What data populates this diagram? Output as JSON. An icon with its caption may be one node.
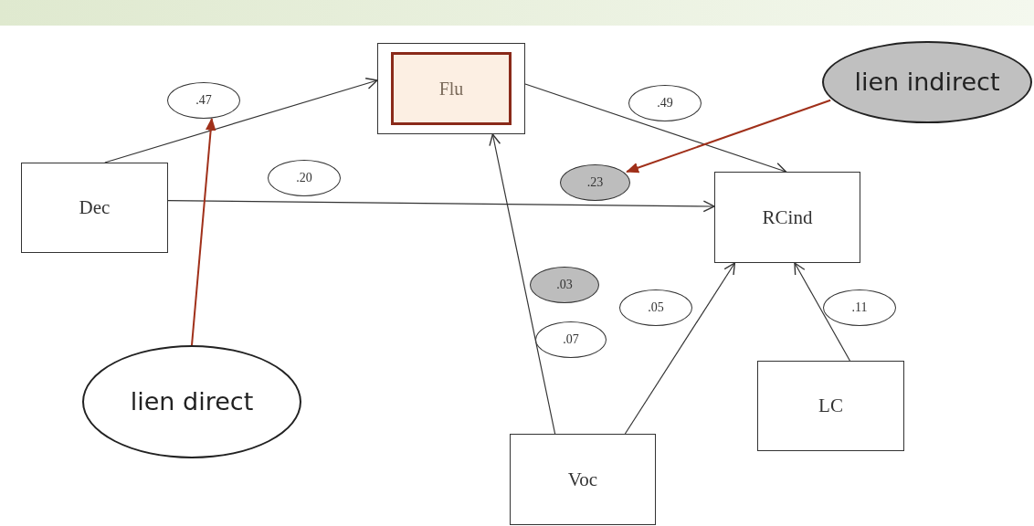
{
  "diagram": {
    "nodes": [
      {
        "text": [
          "Flu"
        ]
      },
      {
        "text": [
          "Dec"
        ]
      },
      {
        "text": [
          "RCind"
        ]
      },
      {
        "text": [
          "Voc"
        ]
      },
      {
        "text": [
          "LC"
        ]
      },
      {
        "text": [
          ".47"
        ]
      },
      {
        "text": [
          ".20"
        ]
      },
      {
        "text": [
          ".49"
        ]
      },
      {
        "text": [
          ".23"
        ]
      },
      {
        "text": [
          ".03"
        ]
      },
      {
        "text": [
          ".07"
        ]
      },
      {
        "text": [
          ".05"
        ]
      },
      {
        "text": [
          ".11"
        ]
      },
      {
        "text": [
          "lien indirect"
        ]
      },
      {
        "text": [
          "lien direct"
        ]
      }
    ],
    "edges": [
      {
        "from": 1,
        "to": 0,
        "arrow": "to"
      },
      {
        "from": 1,
        "to": 2,
        "arrow": "to"
      },
      {
        "from": 0,
        "to": 2,
        "arrow": "to"
      },
      {
        "from": 3,
        "to": 0,
        "arrow": "to"
      },
      {
        "from": 3,
        "to": 2,
        "arrow": "to"
      },
      {
        "from": 4,
        "to": 2,
        "arrow": "to"
      },
      {
        "from": 13,
        "to": 8,
        "arrow": "to",
        "color": "#a0301a"
      },
      {
        "from": 14,
        "to": 5,
        "arrow": "to",
        "color": "#a0301a"
      }
    ]
  }
}
